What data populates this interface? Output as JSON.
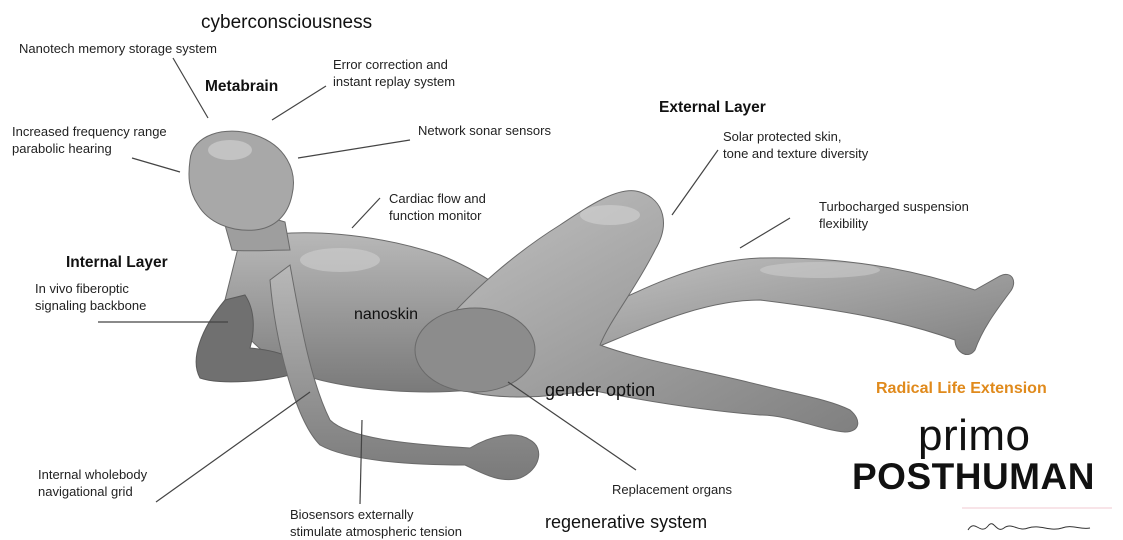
{
  "labels": {
    "cyberconsciousness": "cyberconsciousness",
    "nanotech": "Nanotech memory storage system",
    "metabrain": "Metabrain",
    "error_correction": "Error correction and\ninstant replay system",
    "hearing": "Increased frequency range\nparabolic hearing",
    "network_sonar": "Network sonar sensors",
    "external_layer": "External Layer",
    "solar_skin": "Solar protected skin,\ntone and texture diversity",
    "cardiac": "Cardiac flow and\nfunction monitor",
    "suspension": "Turbocharged suspension\nflexibility",
    "internal_layer": "Internal Layer",
    "fiberoptic": "In vivo fiberoptic\nsignaling backbone",
    "nanoskin": "nanoskin",
    "gender": "gender option",
    "nav_grid": "Internal wholebody\nnavigational grid",
    "replacement": "Replacement organs",
    "biosensors": "Biosensors externally\nstimulate atmospheric tension",
    "regenerative": "regenerative system"
  },
  "brand": {
    "tagline": "Radical Life Extension",
    "primo": "primo",
    "posthuman": "POSTHUMAN",
    "signature": "Natasha Vita-More"
  },
  "colors": {
    "tagline": "#e08a1c",
    "body": "#9a9a9a",
    "body_light": "#c4c4c4",
    "body_dark": "#5e5e5e"
  }
}
